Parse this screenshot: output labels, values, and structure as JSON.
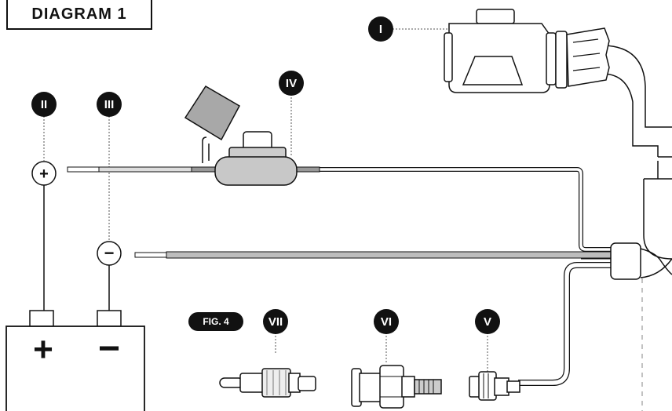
{
  "title": "DIAGRAM 1",
  "callouts": {
    "I": "I",
    "II": "II",
    "III": "III",
    "IV": "IV",
    "V": "V",
    "VI": "VI",
    "VII": "VII"
  },
  "fig_label": "FIG. 4",
  "polarity": {
    "plus": "+",
    "minus": "−"
  },
  "battery_terminals": {
    "positive": "+",
    "negative": "−"
  },
  "colors": {
    "ink": "#111111",
    "wire_gray": "#bdbdbd",
    "fuse_gray": "#c8c8c8",
    "cap_gray": "#9a9a9a"
  }
}
